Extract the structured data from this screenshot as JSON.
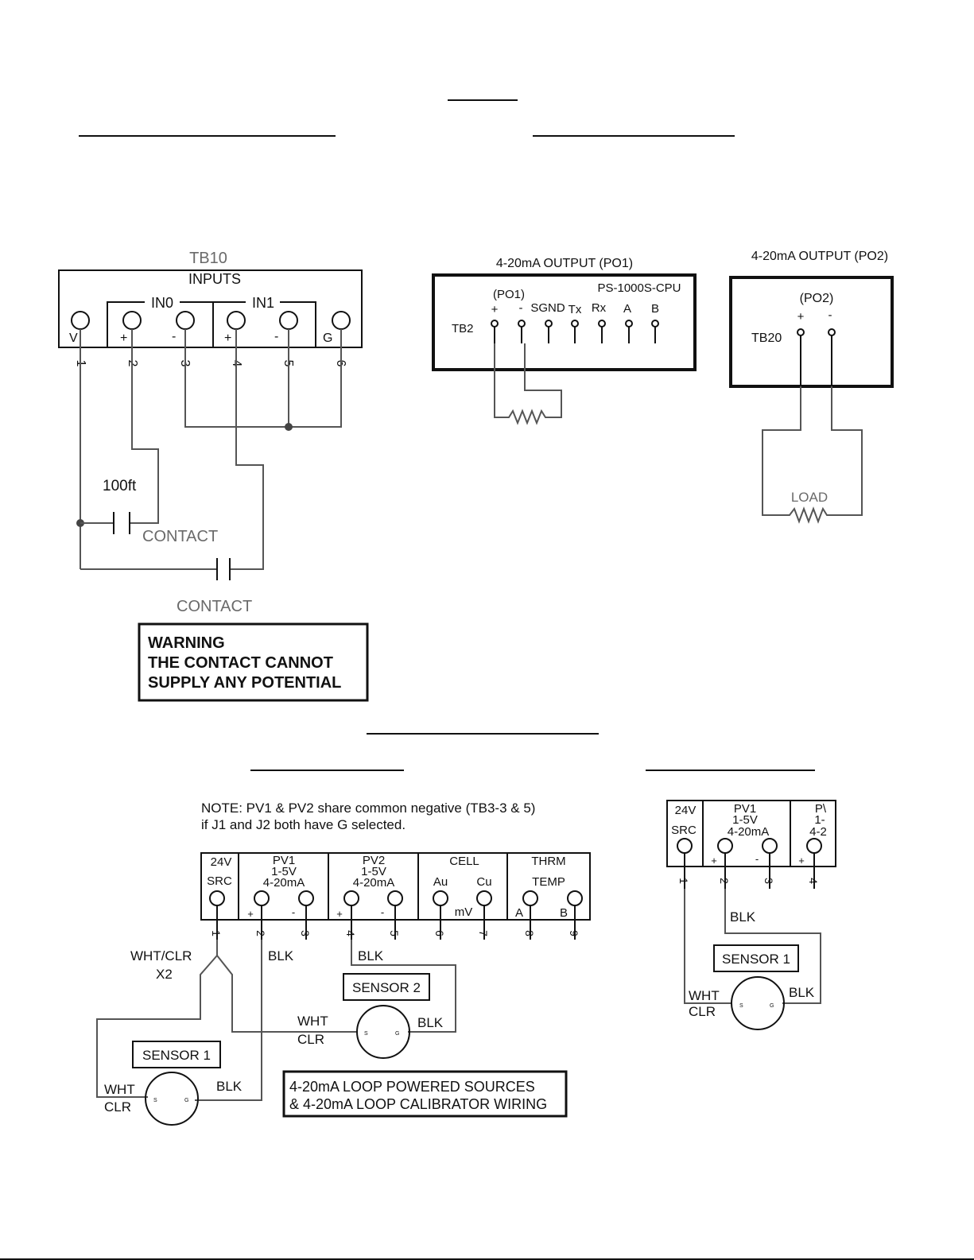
{
  "tb10": {
    "title": "TB10",
    "subtitle": "INPUTS",
    "in0": "IN0",
    "in1": "IN1",
    "term_v": "V",
    "term_plus": "+",
    "term_minus": "-",
    "term_g": "G",
    "pins": [
      "1",
      "2",
      "3",
      "4",
      "5",
      "6"
    ],
    "distance": "100ft",
    "contact1": "CONTACT",
    "contact2": "CONTACT",
    "warning": [
      "WARNING",
      "THE CONTACT CANNOT",
      "SUPPLY ANY POTENTIAL"
    ]
  },
  "po1": {
    "title": "4-20mA OUTPUT (PO1)",
    "cpu": "PS-1000S-CPU",
    "label": "(PO1)",
    "tb": "TB2",
    "terminals": [
      "+",
      "-",
      "SGND",
      "Tx",
      "Rx",
      "A",
      "B"
    ]
  },
  "po2": {
    "title": "4-20mA OUTPUT (PO2)",
    "label": "(PO2)",
    "tb": "TB20",
    "plus": "+",
    "minus": "-",
    "load": "LOAD"
  },
  "loop": {
    "note": [
      "NOTE: PV1 & PV2 share common negative (TB3-3 & 5)",
      "if J1 and J2 both have G selected."
    ],
    "headers": {
      "src": [
        "24V",
        "SRC"
      ],
      "pv1": [
        "PV1",
        "1-5V",
        "4-20mA"
      ],
      "pv2": [
        "PV2",
        "1-5V",
        "4-20mA"
      ],
      "cell": [
        "CELL",
        "Au",
        "Cu",
        "mV"
      ],
      "thrm": [
        "THRM",
        "TEMP",
        "A",
        "B"
      ]
    },
    "plus": "+",
    "minus": "-",
    "pins": [
      "1",
      "2",
      "3",
      "4",
      "5",
      "6",
      "7",
      "8",
      "9"
    ],
    "wht_clr_x2": [
      "WHT/CLR",
      "X2"
    ],
    "blk": "BLK",
    "wht": "WHT",
    "clr": "CLR",
    "sensor1": "SENSOR 1",
    "sensor2": "SENSOR 2",
    "s": "S",
    "g": "G",
    "caption": [
      "4-20mA LOOP POWERED SOURCES",
      "& 4-20mA LOOP CALIBRATOR WIRING"
    ]
  },
  "single": {
    "src": [
      "24V",
      "SRC"
    ],
    "pv1": [
      "PV1",
      "1-5V",
      "4-20mA"
    ],
    "pv_partial": [
      "P\\",
      "1-",
      "4-2"
    ],
    "plus": "+",
    "minus": "-",
    "pins": [
      "1",
      "2",
      "3",
      "4"
    ],
    "blk": "BLK",
    "sensor1": "SENSOR 1",
    "wht": "WHT",
    "clr": "CLR",
    "s": "S",
    "g": "G"
  }
}
